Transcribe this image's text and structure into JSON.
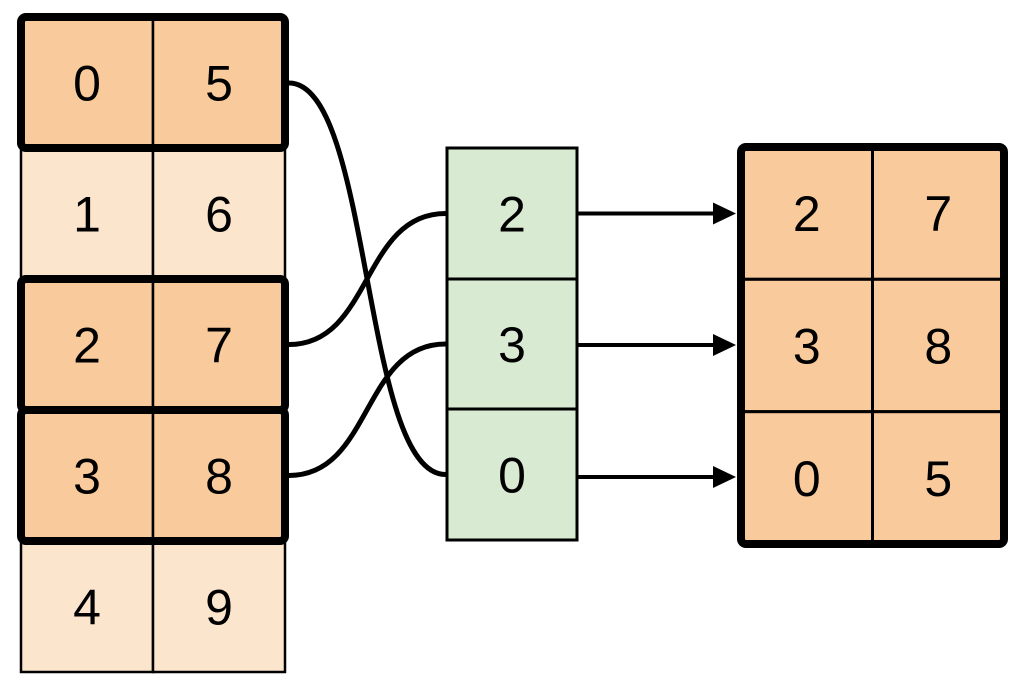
{
  "colors": {
    "highlight_fill": "#F9CB9C",
    "muted_fill": "#FCE5CD",
    "index_fill": "#D9EAD3",
    "stroke": "#000000",
    "background": "#FFFFFF"
  },
  "source_table": {
    "rows": [
      {
        "cells": [
          "0",
          "5"
        ],
        "highlighted": true
      },
      {
        "cells": [
          "1",
          "6"
        ],
        "highlighted": false
      },
      {
        "cells": [
          "2",
          "7"
        ],
        "highlighted": true
      },
      {
        "cells": [
          "3",
          "8"
        ],
        "highlighted": true
      },
      {
        "cells": [
          "4",
          "9"
        ],
        "highlighted": false
      }
    ]
  },
  "index_column": {
    "cells": [
      "2",
      "3",
      "0"
    ]
  },
  "result_table": {
    "rows": [
      {
        "cells": [
          "2",
          "7"
        ]
      },
      {
        "cells": [
          "3",
          "8"
        ]
      },
      {
        "cells": [
          "0",
          "5"
        ]
      }
    ]
  },
  "connections": {
    "curves": [
      {
        "source_row": 0,
        "index_cell": 2
      },
      {
        "source_row": 2,
        "index_cell": 0
      },
      {
        "source_row": 3,
        "index_cell": 1
      }
    ],
    "arrows": [
      {
        "index_cell": 0,
        "result_row": 0
      },
      {
        "index_cell": 1,
        "result_row": 1
      },
      {
        "index_cell": 2,
        "result_row": 2
      }
    ]
  }
}
